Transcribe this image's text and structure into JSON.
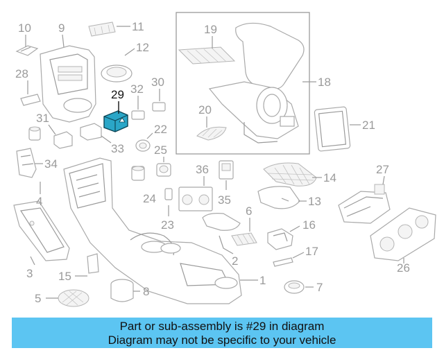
{
  "diagram": {
    "callouts": [
      "10",
      "9",
      "11",
      "12",
      "28",
      "30",
      "32",
      "29",
      "31",
      "22",
      "33",
      "34",
      "25",
      "4",
      "36",
      "24",
      "23",
      "35",
      "3",
      "15",
      "5",
      "8",
      "19",
      "18",
      "20",
      "21",
      "14",
      "27",
      "13",
      "6",
      "16",
      "2",
      "17",
      "1",
      "7",
      "26"
    ],
    "highlighted_callout": "29",
    "highlight_color": "#2aa6c7",
    "footer_color": "#5cc5f2"
  },
  "footer": {
    "line1": "Part or sub-assembly is #29 in diagram",
    "line2": "Diagram may not be specific to your vehicle"
  }
}
